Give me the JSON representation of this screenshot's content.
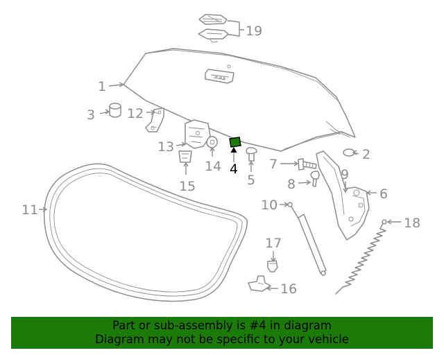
{
  "diagram": {
    "highlight_part": "4",
    "colors": {
      "part_stroke": "#8c8c8c",
      "highlight_fill": "#1b7b04",
      "label": "#8c8c8c",
      "highlight_label": "#000000"
    },
    "callouts": [
      {
        "id": "callout-1",
        "label": "1"
      },
      {
        "id": "callout-2",
        "label": "2"
      },
      {
        "id": "callout-3",
        "label": "3"
      },
      {
        "id": "callout-4",
        "label": "4"
      },
      {
        "id": "callout-5",
        "label": "5"
      },
      {
        "id": "callout-6",
        "label": "6"
      },
      {
        "id": "callout-7",
        "label": "7"
      },
      {
        "id": "callout-8",
        "label": "8"
      },
      {
        "id": "callout-9",
        "label": "9"
      },
      {
        "id": "callout-10",
        "label": "10"
      },
      {
        "id": "callout-11",
        "label": "11"
      },
      {
        "id": "callout-12",
        "label": "12"
      },
      {
        "id": "callout-13",
        "label": "13"
      },
      {
        "id": "callout-14",
        "label": "14"
      },
      {
        "id": "callout-15",
        "label": "15"
      },
      {
        "id": "callout-16",
        "label": "16"
      },
      {
        "id": "callout-17",
        "label": "17"
      },
      {
        "id": "callout-18",
        "label": "18"
      },
      {
        "id": "callout-19",
        "label": "19"
      }
    ]
  },
  "banner": {
    "line1": "Part or sub-assembly is #4 in diagram",
    "line2": "Diagram may not be specific to your vehicle",
    "background": "#1b7b04"
  }
}
